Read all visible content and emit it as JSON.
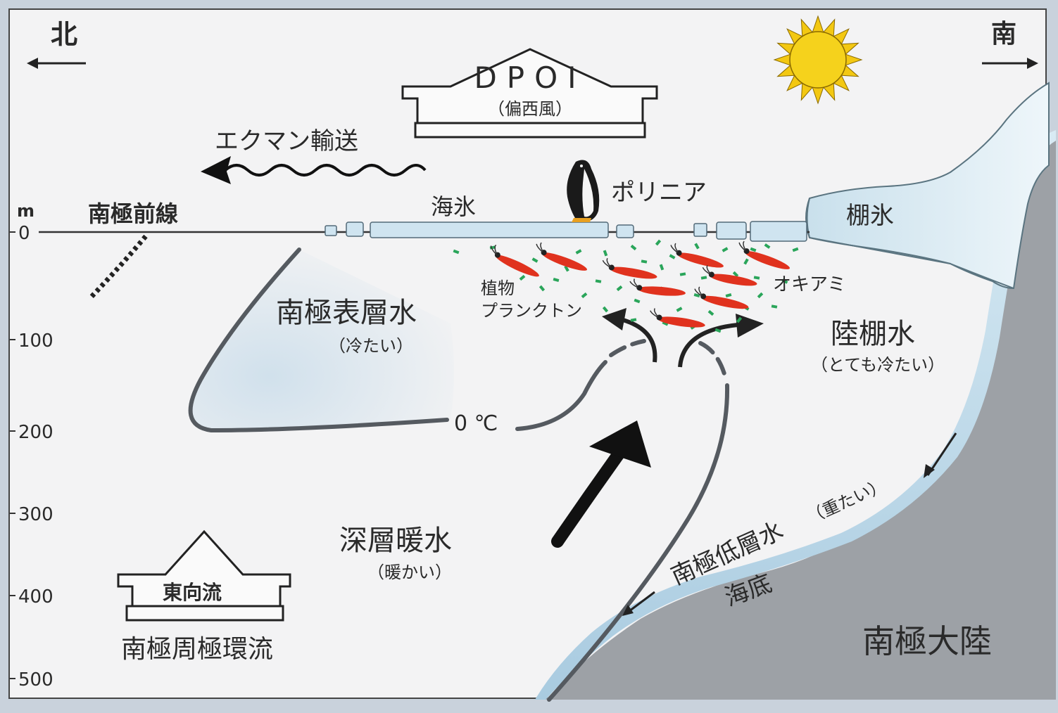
{
  "compass": {
    "north": "北",
    "south": "南"
  },
  "dpoi": {
    "title": "DPOI",
    "subtitle": "（偏西風）"
  },
  "ekman": "エクマン輸送",
  "polynya": "ポリニア",
  "antarctic_front": "南極前線",
  "sea_ice": "海氷",
  "ice_shelf": "棚氷",
  "depth_axis": {
    "unit": "m",
    "ticks": [
      "0",
      "100",
      "200",
      "300",
      "400",
      "500"
    ]
  },
  "phytoplankton": [
    "植物",
    "プランクトン"
  ],
  "krill": "オキアミ",
  "aasw": {
    "name": "南極表層水",
    "note": "（冷たい）"
  },
  "shelf_water": {
    "name": "陸棚水",
    "note": "（とても冷たい）"
  },
  "isotherm": "0 ℃",
  "cdw": {
    "name": "深層暖水",
    "note": "（暖かい）"
  },
  "eastward": "東向流",
  "acc": "南極周極環流",
  "aabw": {
    "name": "南極低層水",
    "note": "（重たい）"
  },
  "seafloor": "海底",
  "continent": "南極大陸",
  "colors": {
    "background": "#f3f3f4",
    "sun": "#f3c812",
    "krill": "#e0321e",
    "phytoplankton": "#2aa55a",
    "ice": "#d4e6f0",
    "seafloor": "#9fa3a8",
    "isotherm": "#555a60"
  }
}
